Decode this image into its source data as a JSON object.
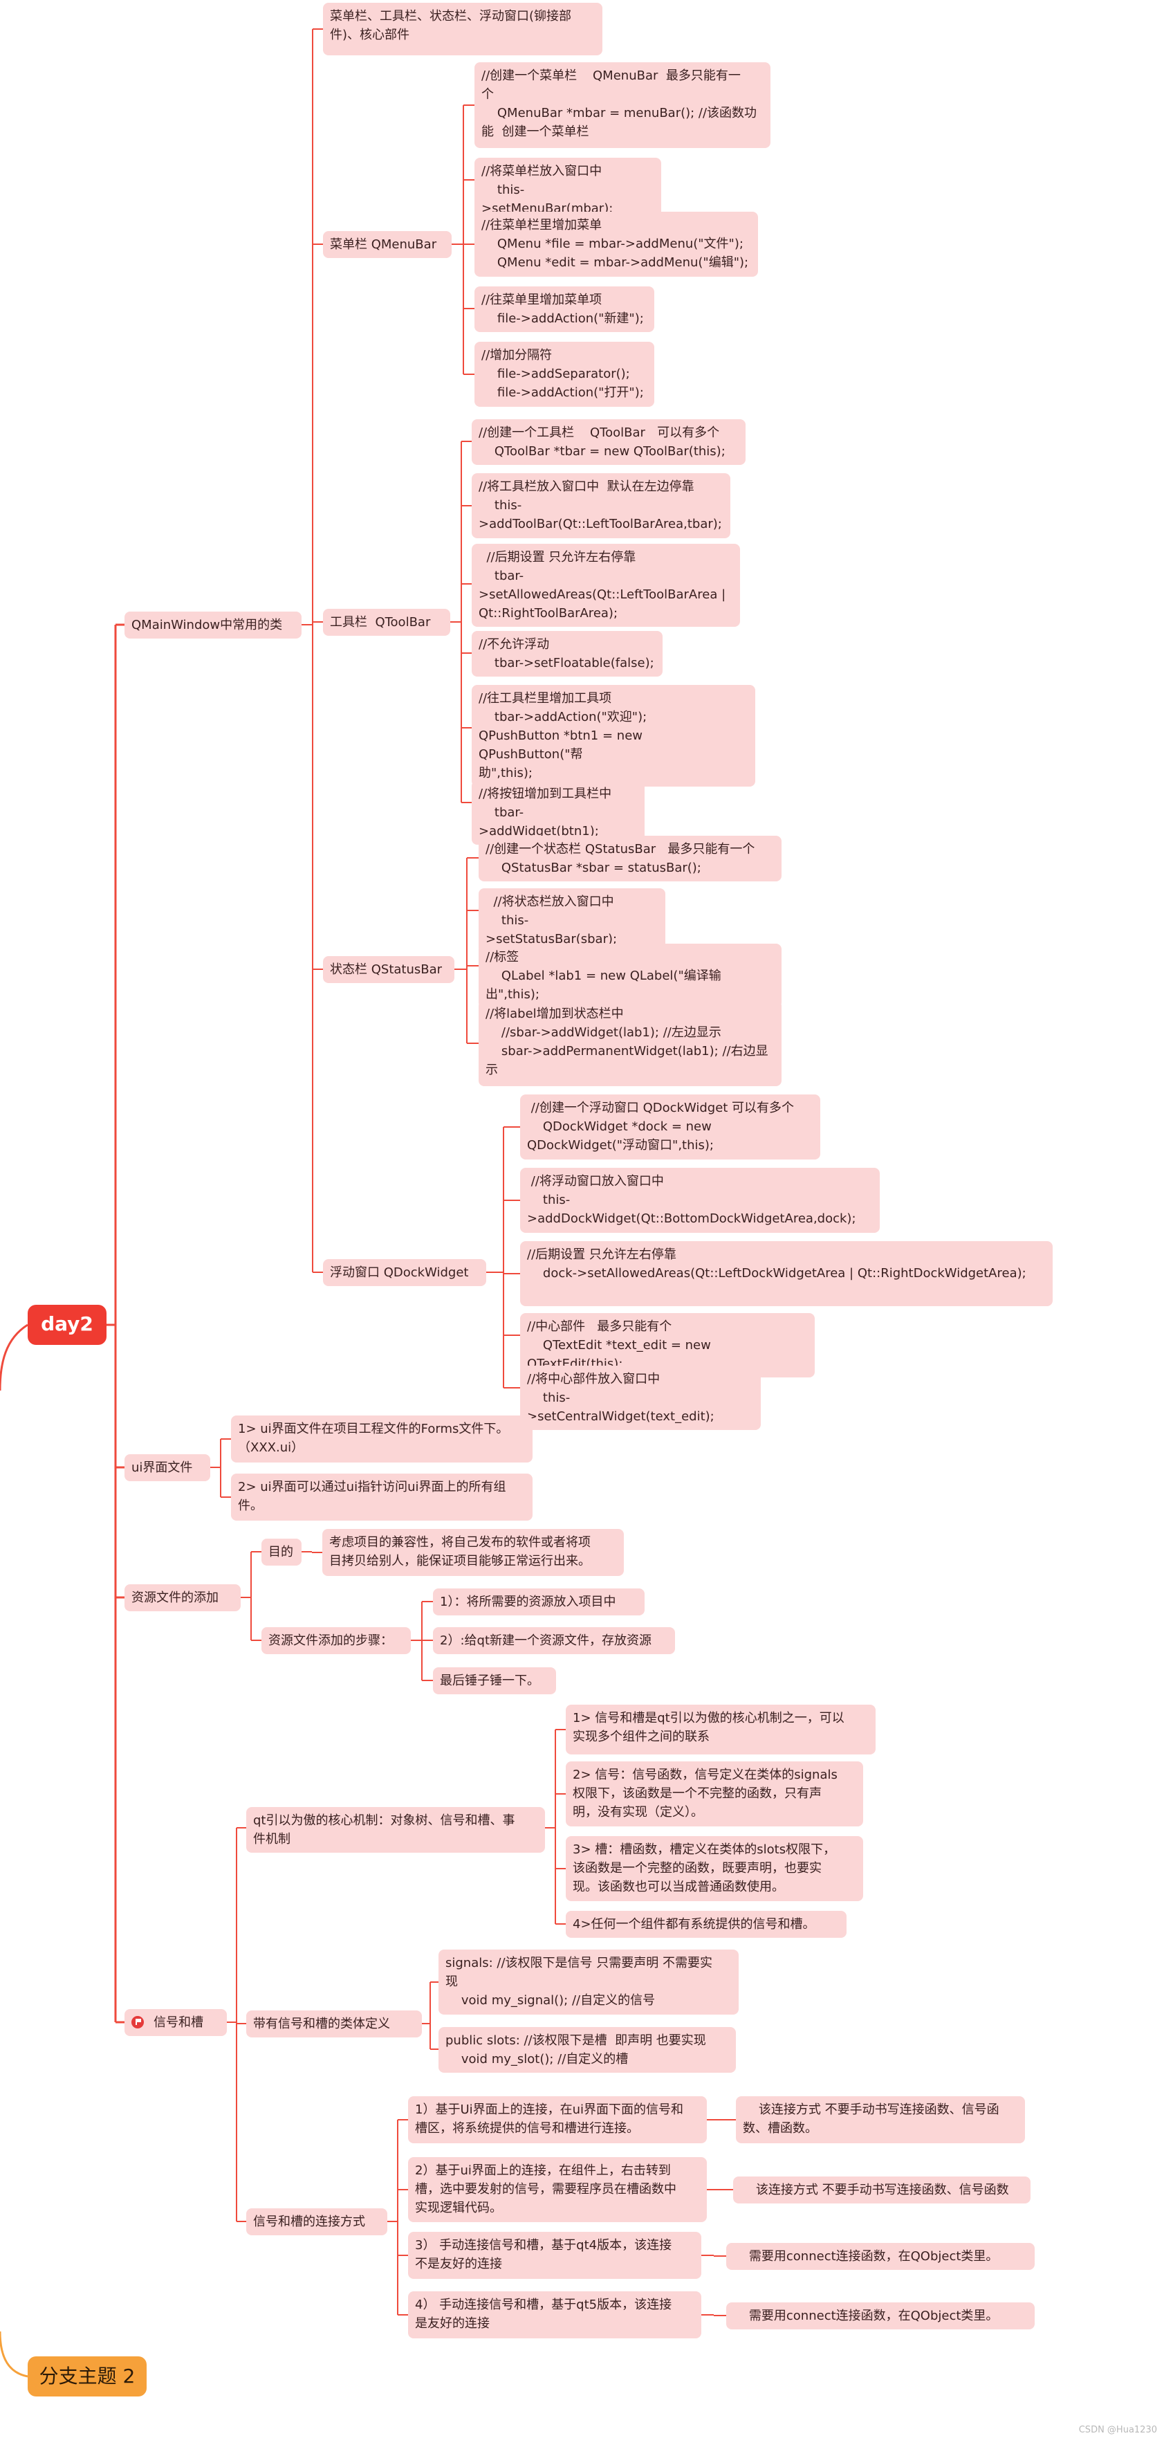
{
  "root": {
    "label": "day2",
    "children": [
      {
        "label": "QMainWindow中常用的类",
        "children": [
          {
            "label": "菜单栏、工具栏、状态栏、浮动窗口(铆接部\n件)、核心部件"
          },
          {
            "label": "菜单栏 QMenuBar",
            "children": [
              {
                "label": "//创建一个菜单栏    QMenuBar  最多只能有一\n个\n    QMenuBar *mbar = menuBar(); //该函数功\n能  创建一个菜单栏"
              },
              {
                "label": "//将菜单栏放入窗口中\n    this->setMenuBar(mbar);"
              },
              {
                "label": "//往菜单栏里增加菜单\n    QMenu *file = mbar->addMenu(\"文件\");\n    QMenu *edit = mbar->addMenu(\"编辑\");"
              },
              {
                "label": "//往菜单里增加菜单项\n    file->addAction(\"新建\");"
              },
              {
                "label": "//增加分隔符\n    file->addSeparator();\n    file->addAction(\"打开\");"
              }
            ]
          },
          {
            "label": "工具栏  QToolBar",
            "children": [
              {
                "label": "//创建一个工具栏    QToolBar   可以有多个\n    QToolBar *tbar = new QToolBar(this);"
              },
              {
                "label": "//将工具栏放入窗口中  默认在左边停靠\n    this-\n>addToolBar(Qt::LeftToolBarArea,tbar);"
              },
              {
                "label": "  //后期设置 只允许左右停靠\n    tbar-\n>setAllowedAreas(Qt::LeftToolBarArea |\nQt::RightToolBarArea);"
              },
              {
                "label": "//不允许浮动\n    tbar->setFloatable(false);"
              },
              {
                "label": "//往工具栏里增加工具项\n    tbar->addAction(\"欢迎\");\nQPushButton *btn1 = new QPushButton(\"帮\n助\",this);"
              },
              {
                "label": "//将按钮增加到工具栏中\n    tbar->addWidget(btn1);"
              }
            ]
          },
          {
            "label": "状态栏 QStatusBar",
            "children": [
              {
                "label": "//创建一个状态栏 QStatusBar   最多只能有一个\n    QStatusBar *sbar = statusBar();"
              },
              {
                "label": "  //将状态栏放入窗口中\n    this->setStatusBar(sbar);"
              },
              {
                "label": "//标签\n    QLabel *lab1 = new QLabel(\"编译输出\",this);"
              },
              {
                "label": "//将label增加到状态栏中\n    //sbar->addWidget(lab1); //左边显示\n    sbar->addPermanentWidget(lab1); //右边显\n示"
              }
            ]
          },
          {
            "label": "浮动窗口 QDockWidget",
            "children": [
              {
                "label": " //创建一个浮动窗口 QDockWidget 可以有多个\n    QDockWidget *dock = new\nQDockWidget(\"浮动窗口\",this);"
              },
              {
                "label": " //将浮动窗口放入窗口中\n    this-\n>addDockWidget(Qt::BottomDockWidgetArea,dock);"
              },
              {
                "label": "//后期设置 只允许左右停靠\n    dock->setAllowedAreas(Qt::LeftDockWidgetArea | Qt::RightDockWidgetArea);"
              },
              {
                "label": "//中心部件   最多只能有个\n    QTextEdit *text_edit = new QTextEdit(this);"
              },
              {
                "label": "//将中心部件放入窗口中\n    this->setCentralWidget(text_edit);"
              }
            ]
          }
        ]
      },
      {
        "label": "ui界面文件",
        "children": [
          {
            "label": "1> ui界面文件在项目工程文件的Forms文件下。\n（XXX.ui）"
          },
          {
            "label": "2> ui界面可以通过ui指针访问ui界面上的所有组\n件。"
          }
        ]
      },
      {
        "label": "资源文件的添加",
        "children": [
          {
            "label": "目的",
            "children": [
              {
                "label": "考虑项目的兼容性，将自己发布的软件或者将项\n目拷贝给别人，能保证项目能够正常运行出来。"
              }
            ]
          },
          {
            "label": "资源文件添加的步骤：",
            "children": [
              {
                "label": "1）：将所需要的资源放入项目中"
              },
              {
                "label": "2）:给qt新建一个资源文件，存放资源"
              },
              {
                "label": "最后锤子锤一下。"
              }
            ]
          }
        ]
      },
      {
        "label": "信号和槽",
        "icon": "flag-icon",
        "children": [
          {
            "label": "qt引以为傲的核心机制：对象树、信号和槽、事\n件机制",
            "children": [
              {
                "label": "1> 信号和槽是qt引以为傲的核心机制之一，可以\n实现多个组件之间的联系"
              },
              {
                "label": "2> 信号：信号函数，信号定义在类体的signals\n权限下，该函数是一个不完整的函数，只有声\n明，没有实现（定义）。"
              },
              {
                "label": "3> 槽：槽函数，槽定义在类体的slots权限下，\n该函数是一个完整的函数，既要声明，也要实\n现。该函数也可以当成普通函数使用。"
              },
              {
                "label": "4>任何一个组件都有系统提供的信号和槽。"
              }
            ]
          },
          {
            "label": "带有信号和槽的类体定义",
            "children": [
              {
                "label": "signals: //该权限下是信号 只需要声明 不需要实\n现\n    void my_signal(); //自定义的信号"
              },
              {
                "label": "public slots: //该权限下是槽  即声明 也要实现\n    void my_slot(); //自定义的槽"
              }
            ]
          },
          {
            "label": "信号和槽的连接方式",
            "children": [
              {
                "label": "1）基于Ui界面上的连接，在ui界面下面的信号和\n槽区，将系统提供的信号和槽进行连接。",
                "children": [
                  {
                    "label": "    该连接方式 不要手动书写连接函数、信号函\n数、槽函数。"
                  }
                ]
              },
              {
                "label": "2）基于ui界面上的连接，在组件上，右击转到\n槽，选中要发射的信号，需要程序员在槽函数中\n实现逻辑代码。",
                "children": [
                  {
                    "label": "    该连接方式 不要手动书写连接函数、信号函数"
                  }
                ]
              },
              {
                "label": "3） 手动连接信号和槽，基于qt4版本，该连接\n不是友好的连接",
                "children": [
                  {
                    "label": "    需要用connect连接函数，在QObject类里。"
                  }
                ]
              },
              {
                "label": "4） 手动连接信号和槽，基于qt5版本，该连接\n是友好的连接",
                "children": [
                  {
                    "label": "    需要用connect连接函数，在QObject类里。"
                  }
                ]
              }
            ]
          }
        ]
      }
    ]
  },
  "floating_topic": {
    "label": "分支主题 2"
  },
  "watermark": "CSDN @Hua1230",
  "colors": {
    "line": "#ef4a3c",
    "node_fill": "#fbd6d6",
    "node_text": "#3a2020",
    "root_fill": "#ef3b31",
    "root_text": "#ffffff",
    "floating_fill": "#f6a13a",
    "floating_line": "#f6a13a",
    "flag_icon": "#e53a3a"
  }
}
